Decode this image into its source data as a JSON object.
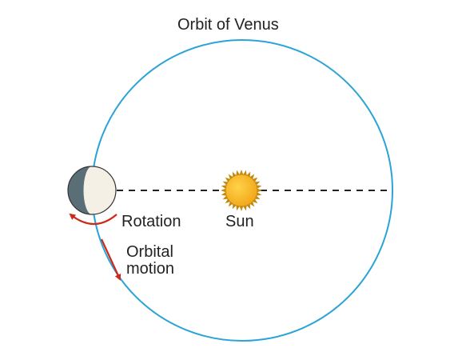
{
  "diagram": {
    "title": "Orbit of Venus",
    "labels": {
      "rotation": "Rotation",
      "sun": "Sun",
      "orbital_line1": "Orbital",
      "orbital_line2": "motion"
    },
    "colors": {
      "orbit": "#2aa4d6",
      "arrow": "#cc2a1a",
      "sun_fill": "#f2a618",
      "sun_rays": "#c48a10",
      "planet_dark": "#5a6e78",
      "planet_light": "#f4f0e6",
      "dashed_line": "#222222"
    },
    "icons": {
      "sun": "sun-icon",
      "planet": "venus-planet-icon"
    }
  }
}
